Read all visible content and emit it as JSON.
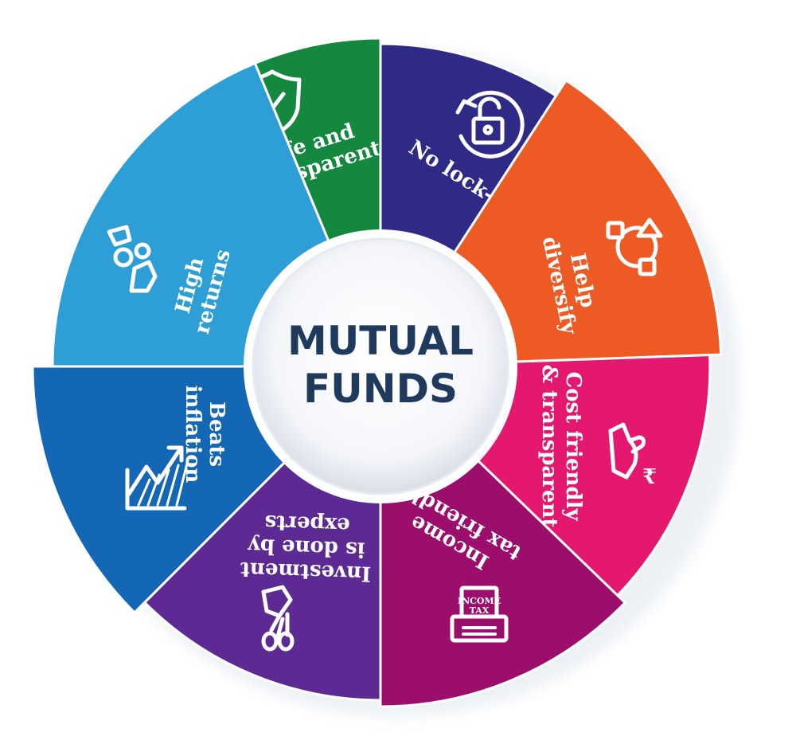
{
  "center": {
    "line1": "MUTUAL",
    "line2": "FUNDS",
    "text_color": "#1f3a5c"
  },
  "segments": [
    {
      "id": "safe",
      "label_lines": [
        "Safe and",
        "Transparent"
      ],
      "icon": "shield-check-icon",
      "color": "#14883e"
    },
    {
      "id": "lockin",
      "label_lines": [
        "No lock-in"
      ],
      "icon": "unlocked-padlock-icon",
      "color": "#2e2a86"
    },
    {
      "id": "diversify",
      "label_lines": [
        "Help",
        "diversify"
      ],
      "icon": "diversify-network-icon",
      "color": "#ee5a24"
    },
    {
      "id": "cost",
      "label_lines": [
        "Cost friendly",
        "& transparent"
      ],
      "icon": "hand-rupee-icon",
      "color": "#e4186e"
    },
    {
      "id": "tax",
      "label_lines": [
        "Income",
        "tax friendly"
      ],
      "icon": "income-tax-machine-icon",
      "color": "#9b0e6b"
    },
    {
      "id": "experts",
      "label_lines": [
        "Investment",
        "is done by",
        "experts"
      ],
      "icon": "hand-money-icon",
      "color": "#5c2a92"
    },
    {
      "id": "inflation",
      "label_lines": [
        "Beats",
        "inflation"
      ],
      "icon": "rising-chart-icon",
      "color": "#1467b5"
    },
    {
      "id": "returns",
      "label_lines": [
        "High",
        "returns"
      ],
      "icon": "hands-gears-icon",
      "color": "#2d9fd6"
    }
  ],
  "icon_texts": {
    "income_tax_line1": "INCOME",
    "income_tax_line2": "TAX"
  }
}
